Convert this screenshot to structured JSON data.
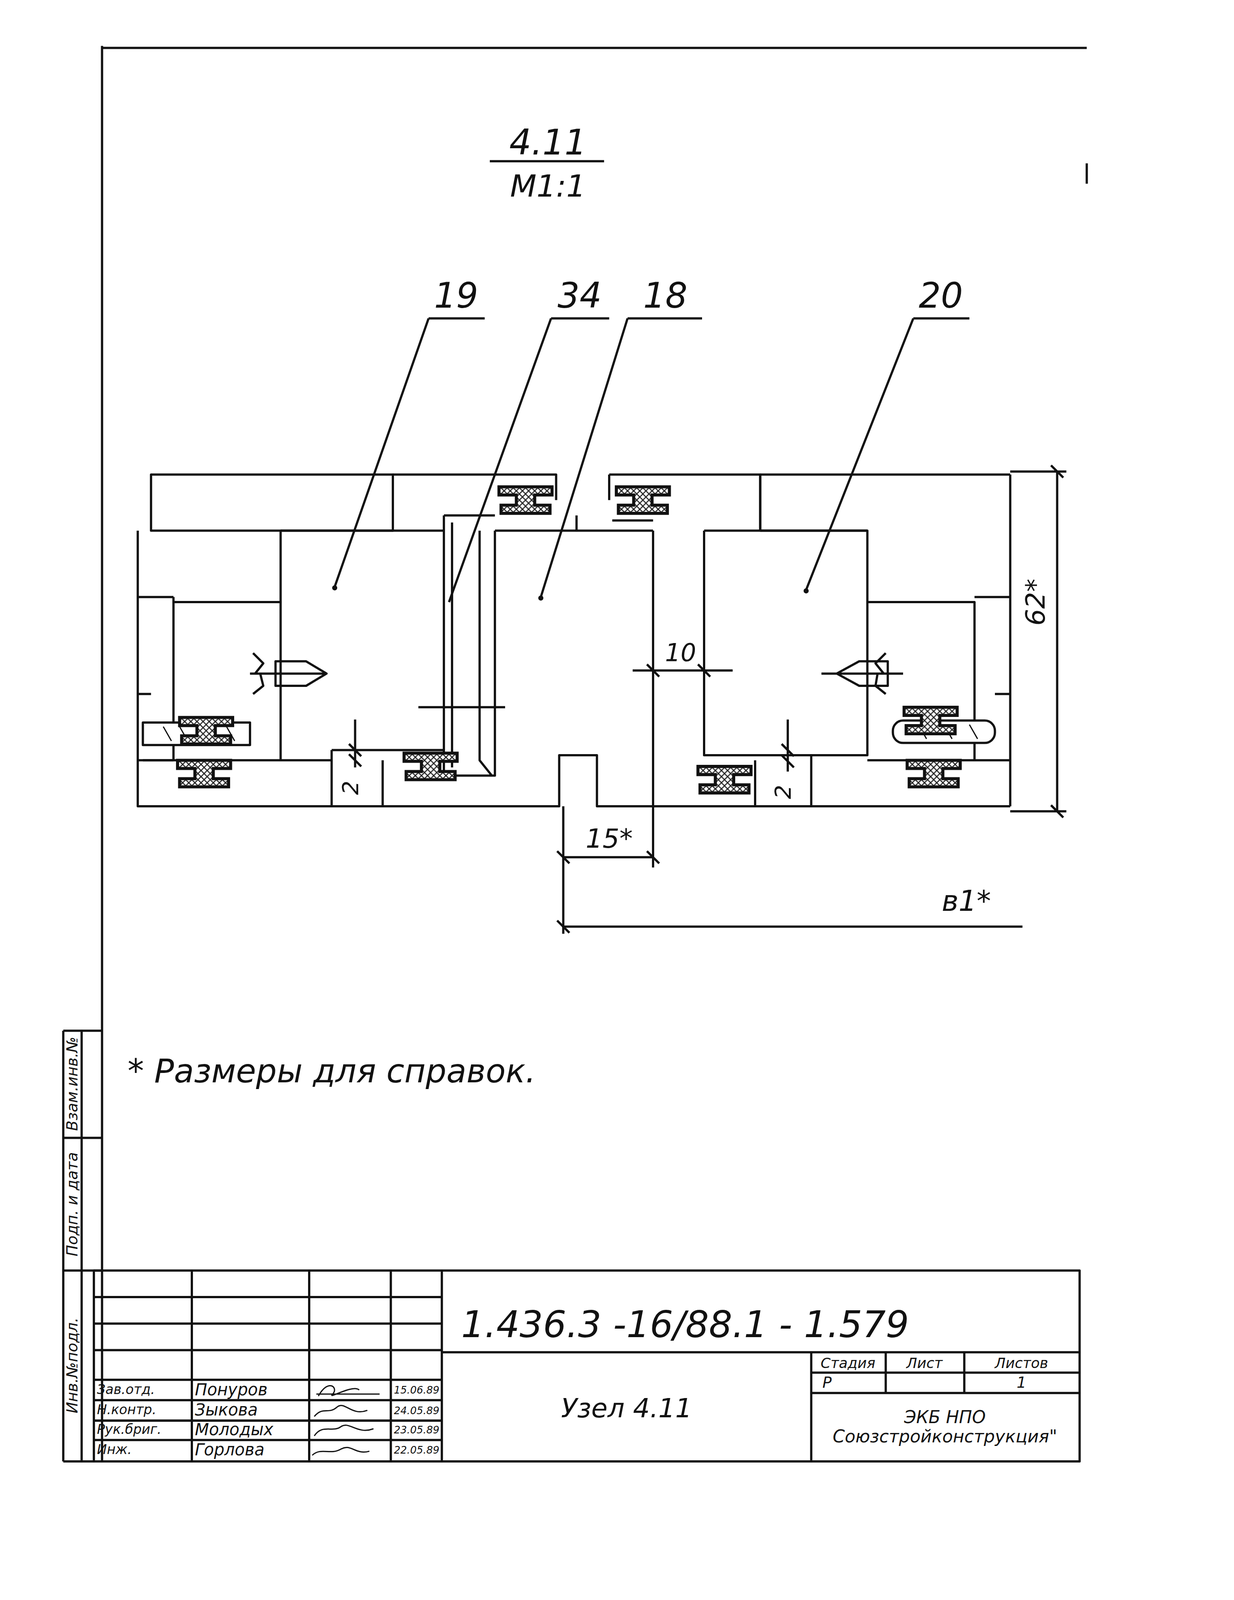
{
  "diagram": {
    "title": "4.11",
    "labels": [
      "М1:1",
      "19",
      "34",
      "18",
      "20",
      "10",
      "62*",
      "2",
      "2",
      "15*",
      "в1*",
      "* Размеры для справок.",
      "Взам.инв.№",
      "Подп. и дата",
      "Инв.№подл.",
      "1.436.3 -16/88.1 - 1.579",
      "Стадия",
      "Лист",
      "Листов",
      "Р",
      "1",
      "ЭКБ НПО Союзстройконструкция\"",
      "Зав.отд.",
      "Понуров",
      "15.06.89",
      "Н.контр.",
      "Зыкова",
      "24.05.89",
      "Рук.бриг.",
      "Молодых",
      "23.05.89",
      "Инж.",
      "Горлова",
      "22.05.89",
      "Узел 4.11"
    ]
  }
}
